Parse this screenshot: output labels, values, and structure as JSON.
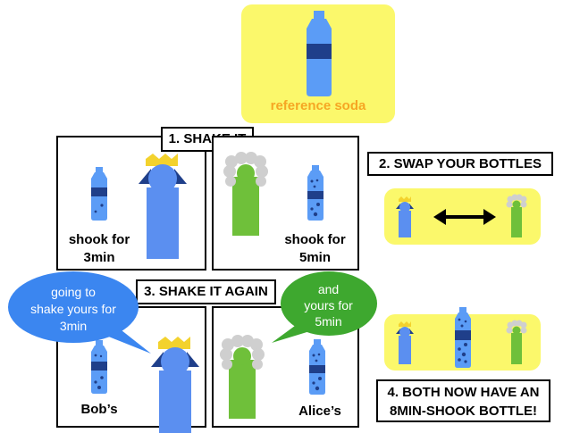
{
  "reference": {
    "label": "reference soda"
  },
  "steps": {
    "step1": "1. SHAKE IT",
    "step2": "2. SWAP YOUR BOTTLES",
    "step3": "3. SHAKE IT AGAIN",
    "step4_line1": "4. BOTH NOW HAVE AN",
    "step4_line2": "8MIN-SHOOK BOTTLE!"
  },
  "panel1": {
    "caption_line1": "shook for",
    "caption_line2": "3min"
  },
  "panel2": {
    "caption_line1": "shook for",
    "caption_line2": "5min"
  },
  "panel3": {
    "caption": "Bob’s"
  },
  "panel4": {
    "caption": "Alice’s"
  },
  "bubbles": {
    "bob_line1": "going to",
    "bob_line2": "shake yours for",
    "bob_line3": "3min",
    "alice_line1": "and",
    "alice_line2": "yours for",
    "alice_line3": "5min"
  },
  "colors": {
    "bottle": "#5b9cf6",
    "bottle_band": "#1f3f8a",
    "bottle_bubbles": "#1f3f8a",
    "king": "#5b8ff0",
    "crown": "#f3d22d",
    "alice_body": "#6fc03a",
    "alice_hair": "#cfcfcf",
    "highlight": "#fbf86b",
    "reference_text": "#f6a623",
    "bob_bubble": "#3b86f0",
    "alice_bubble": "#3ea82f"
  }
}
